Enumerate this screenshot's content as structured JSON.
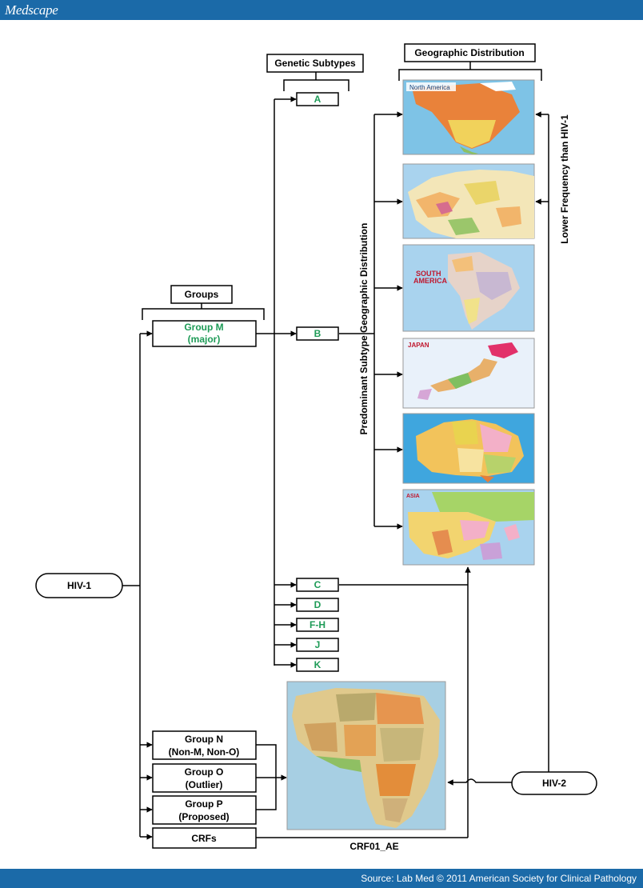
{
  "header": {
    "brand": "Medscape"
  },
  "footer": {
    "source": "Source: Lab Med © 2011 American Society for Clinical Pathology"
  },
  "diagram": {
    "headers": {
      "genetic_subtypes": "Genetic Subtypes",
      "geographic_distribution": "Geographic Distribution",
      "groups": "Groups"
    },
    "side_labels": {
      "predominant": "Predominant Subtype Geographic Distribution",
      "lower_frequency": "Lower Frequency than HIV-1"
    },
    "nodes": {
      "hiv1": "HIV-1",
      "hiv2": "HIV-2",
      "group_m_1": "Group M",
      "group_m_2": "(major)",
      "group_n_1": "Group N",
      "group_n_2": "(Non-M, Non-O)",
      "group_o_1": "Group O",
      "group_o_2": "(Outlier)",
      "group_p_1": "Group P",
      "group_p_2": "(Proposed)",
      "crfs": "CRFs",
      "crf01": "CRF01_AE"
    },
    "subtypes": {
      "a": "A",
      "b": "B",
      "c": "C",
      "d": "D",
      "fh": "F-H",
      "j": "J",
      "k": "K"
    },
    "maps": {
      "north_america": "North America",
      "south_america_1": "SOUTH",
      "south_america_2": "AMERICA",
      "japan": "JAPAN",
      "asia": "ASIA"
    },
    "colors": {
      "accent_green": "#1e9b57",
      "bar_blue": "#1b6aa8"
    }
  }
}
